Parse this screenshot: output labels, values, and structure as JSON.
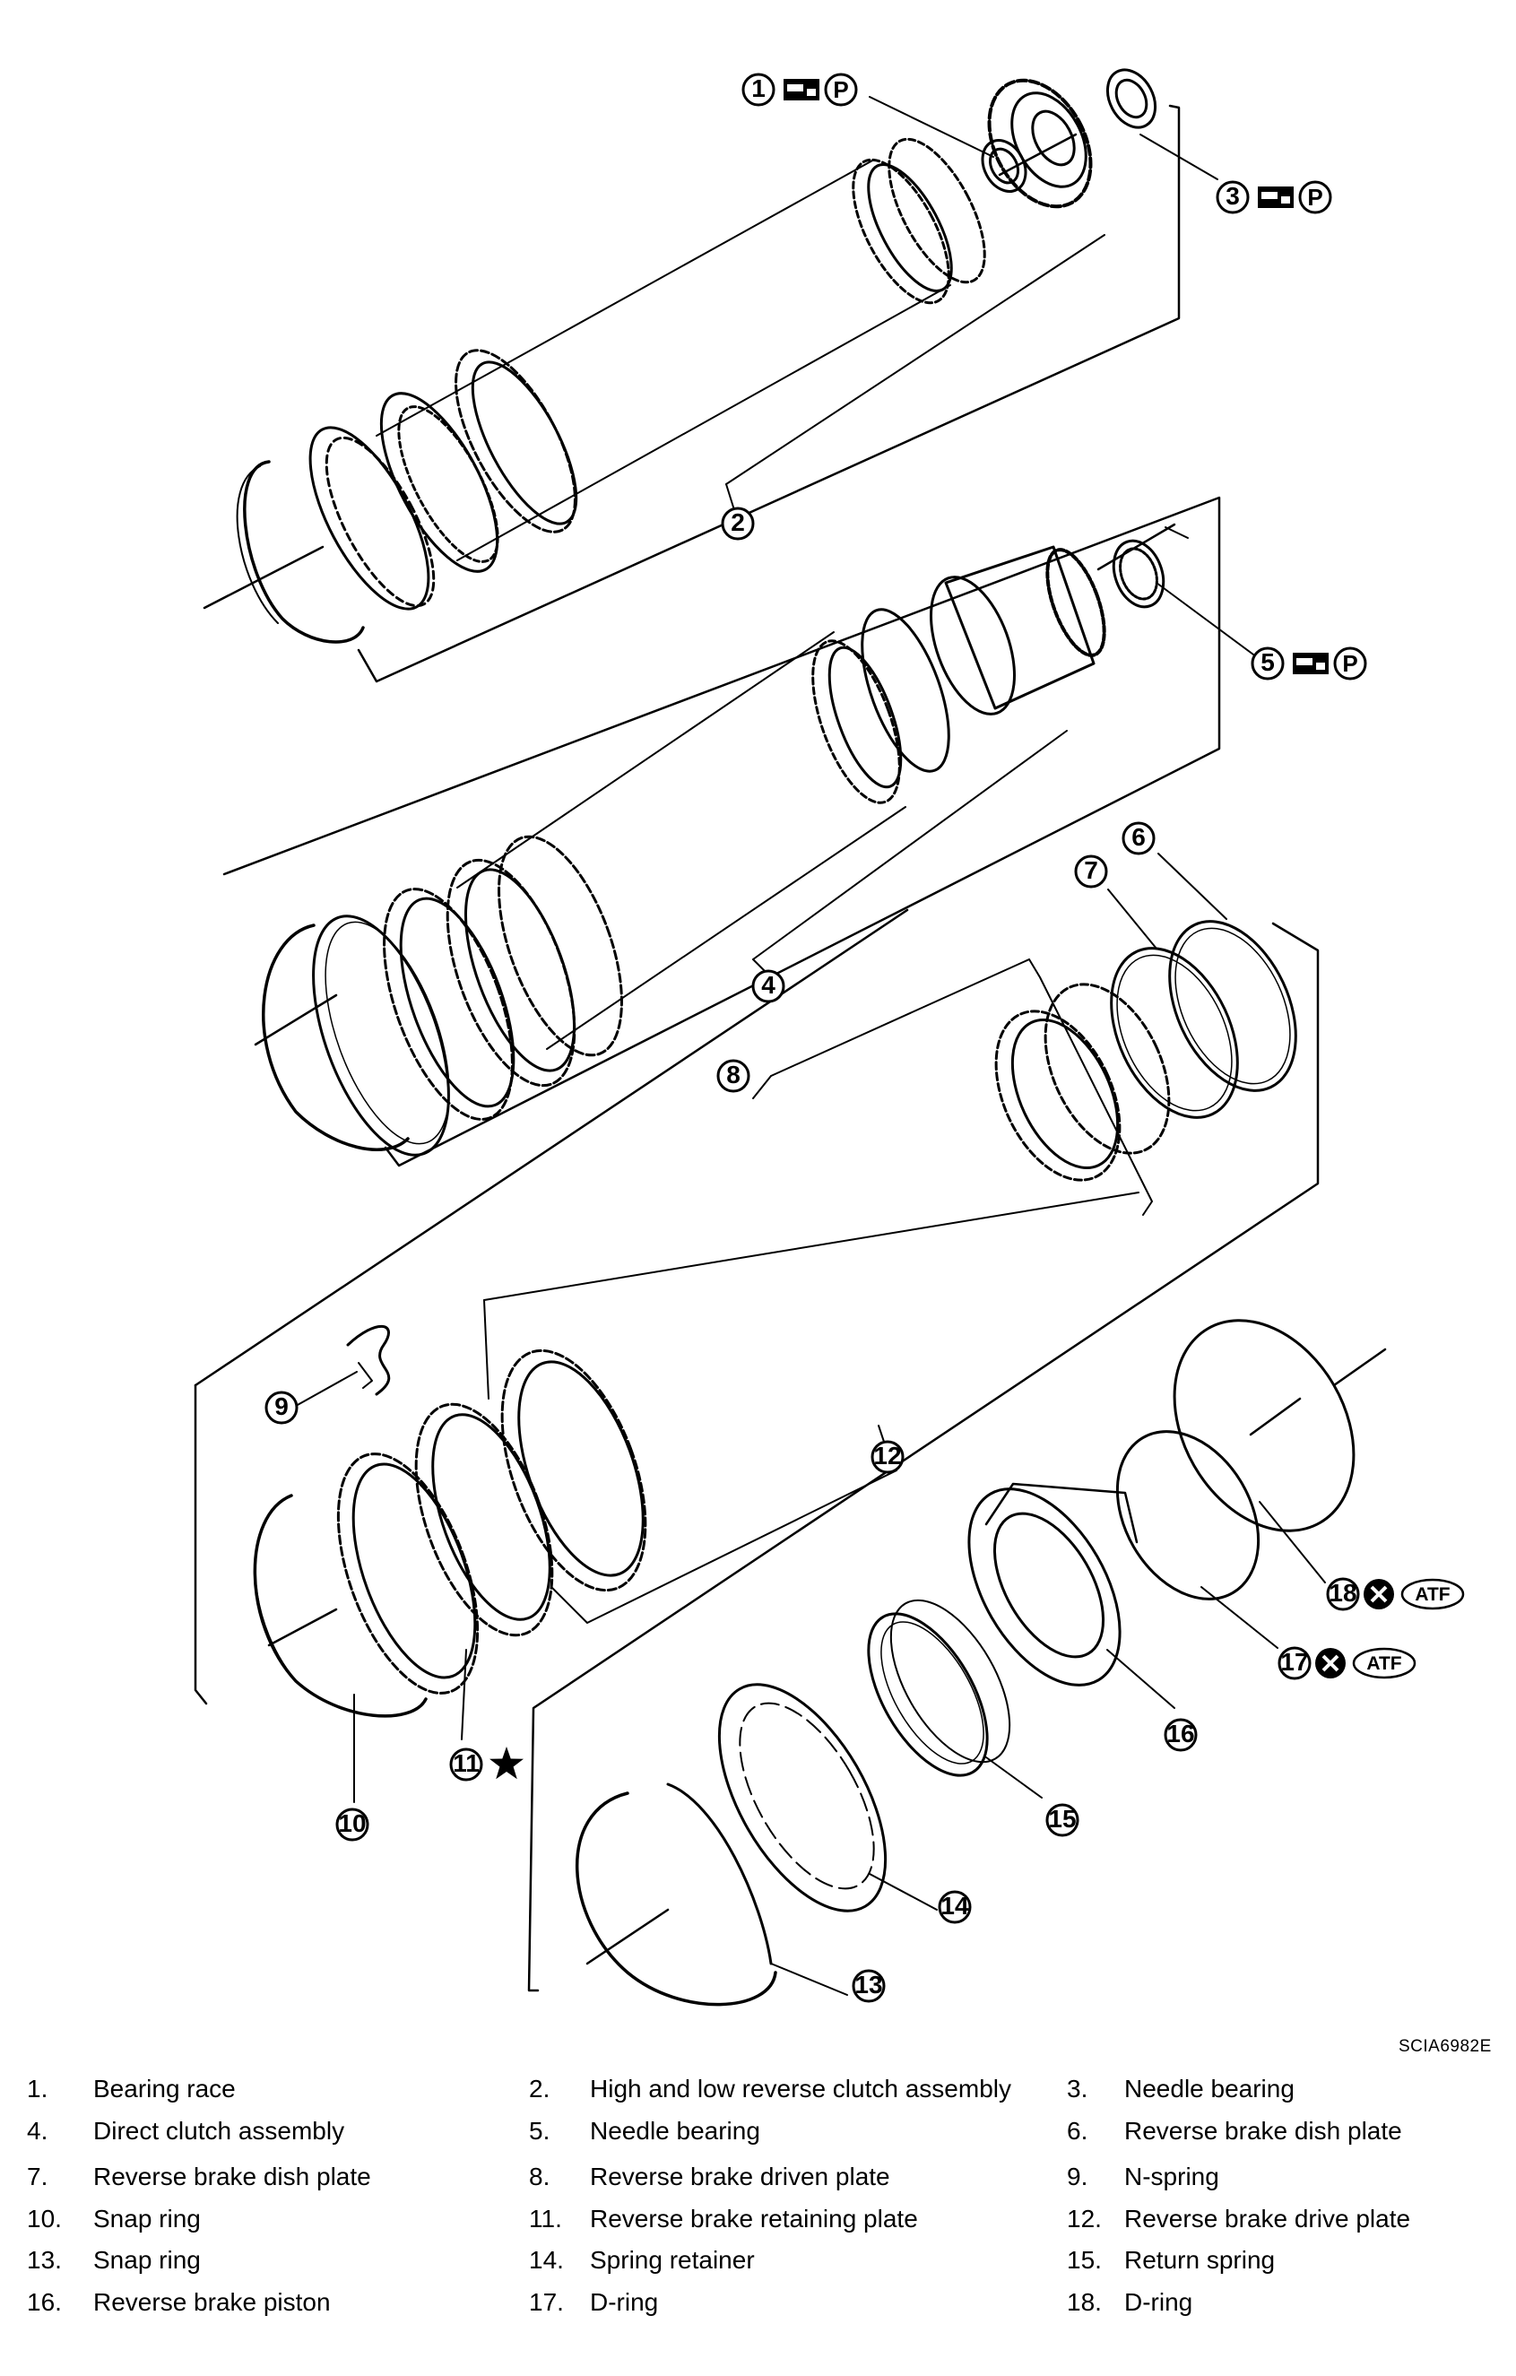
{
  "figure_code": "SCIA6982E",
  "callout_marks": {
    "p": "P",
    "atf": "ATF"
  },
  "legend": [
    {
      "num": "1.",
      "label": "Bearing race"
    },
    {
      "num": "2.",
      "label": "High and low reverse clutch assembly"
    },
    {
      "num": "3.",
      "label": "Needle bearing"
    },
    {
      "num": "4.",
      "label": "Direct clutch assembly"
    },
    {
      "num": "5.",
      "label": "Needle bearing"
    },
    {
      "num": "6.",
      "label": "Reverse brake dish plate"
    },
    {
      "num": "7.",
      "label": "Reverse brake dish plate"
    },
    {
      "num": "8.",
      "label": "Reverse brake driven plate"
    },
    {
      "num": "9.",
      "label": "N-spring"
    },
    {
      "num": "10.",
      "label": "Snap ring"
    },
    {
      "num": "11.",
      "label": "Reverse brake retaining plate"
    },
    {
      "num": "12.",
      "label": "Reverse brake drive plate"
    },
    {
      "num": "13.",
      "label": "Snap ring"
    },
    {
      "num": "14.",
      "label": "Spring retainer"
    },
    {
      "num": "15.",
      "label": "Return spring"
    },
    {
      "num": "16.",
      "label": "Reverse brake piston"
    },
    {
      "num": "17.",
      "label": "D-ring"
    },
    {
      "num": "18.",
      "label": "D-ring"
    }
  ],
  "callouts": [
    {
      "n": "1"
    },
    {
      "n": "2"
    },
    {
      "n": "3"
    },
    {
      "n": "4"
    },
    {
      "n": "5"
    },
    {
      "n": "6"
    },
    {
      "n": "7"
    },
    {
      "n": "8"
    },
    {
      "n": "9"
    },
    {
      "n": "10"
    },
    {
      "n": "11"
    },
    {
      "n": "12"
    },
    {
      "n": "13"
    },
    {
      "n": "14"
    },
    {
      "n": "15"
    },
    {
      "n": "16"
    },
    {
      "n": "17"
    },
    {
      "n": "18"
    }
  ]
}
